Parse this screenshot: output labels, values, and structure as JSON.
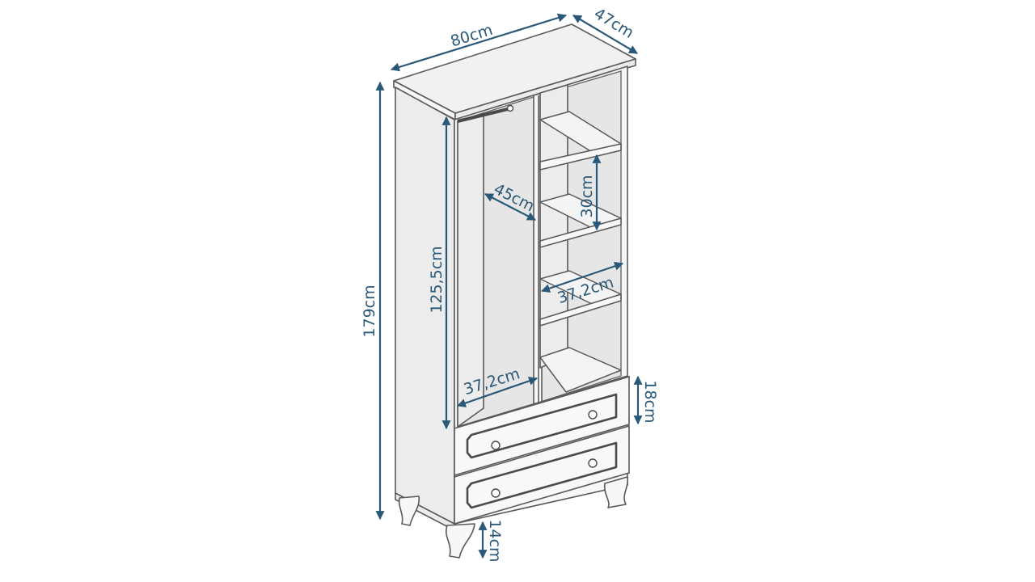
{
  "dimensions": {
    "width": "80cm",
    "depth": "47cm",
    "height": "179cm",
    "hanging_height": "125,5cm",
    "hanging_depth": "45cm",
    "shelf_height": "30cm",
    "shelf_width": "37,2cm",
    "hanging_width": "37,2cm",
    "drawer_height": "18cm",
    "leg_height": "14cm"
  },
  "colors": {
    "dimension": "#2a5878",
    "outline": "#5a5a5a"
  }
}
